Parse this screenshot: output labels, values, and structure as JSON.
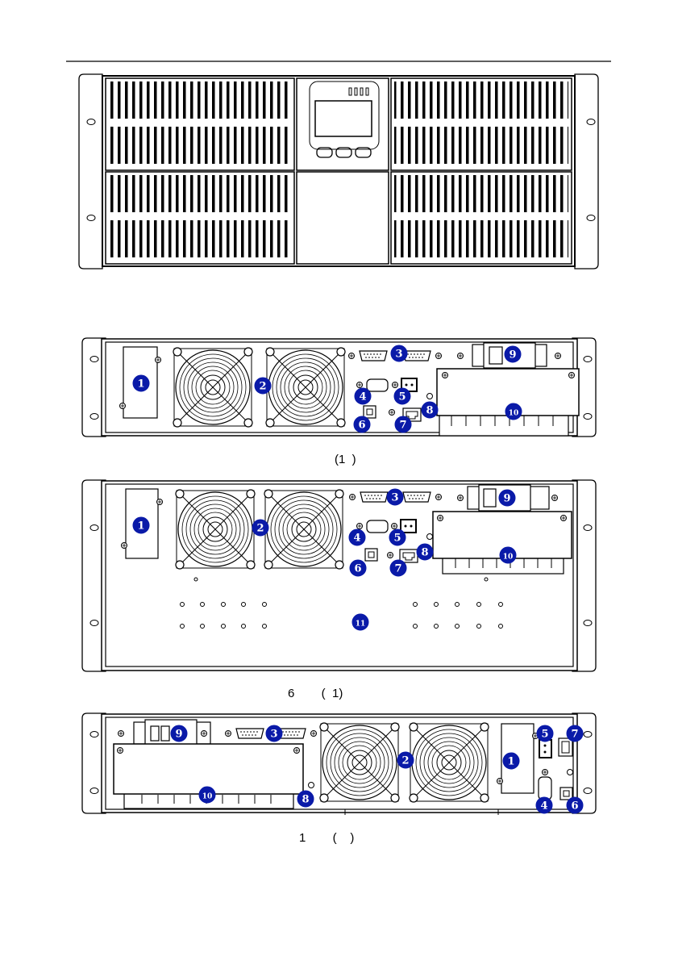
{
  "captions": {
    "rear_1": "(1  )",
    "rear_6": "6        (  1)",
    "rear_tower": "1        (    )"
  },
  "callouts": {
    "rear_1": [
      "1",
      "2",
      "3",
      "4",
      "5",
      "6",
      "7",
      "8",
      "9",
      "10"
    ],
    "rear_6": [
      "1",
      "2",
      "3",
      "4",
      "5",
      "6",
      "7",
      "8",
      "9",
      "10",
      "11"
    ],
    "rear_tower": [
      "9",
      "3",
      "2",
      "1",
      "5",
      "7",
      "10",
      "8",
      "4",
      "6"
    ]
  },
  "colors": {
    "badge": "#0a1aa8",
    "line": "#000000"
  },
  "icons": {
    "front_display": "lcd-display-icon",
    "fan": "fan-icon"
  }
}
